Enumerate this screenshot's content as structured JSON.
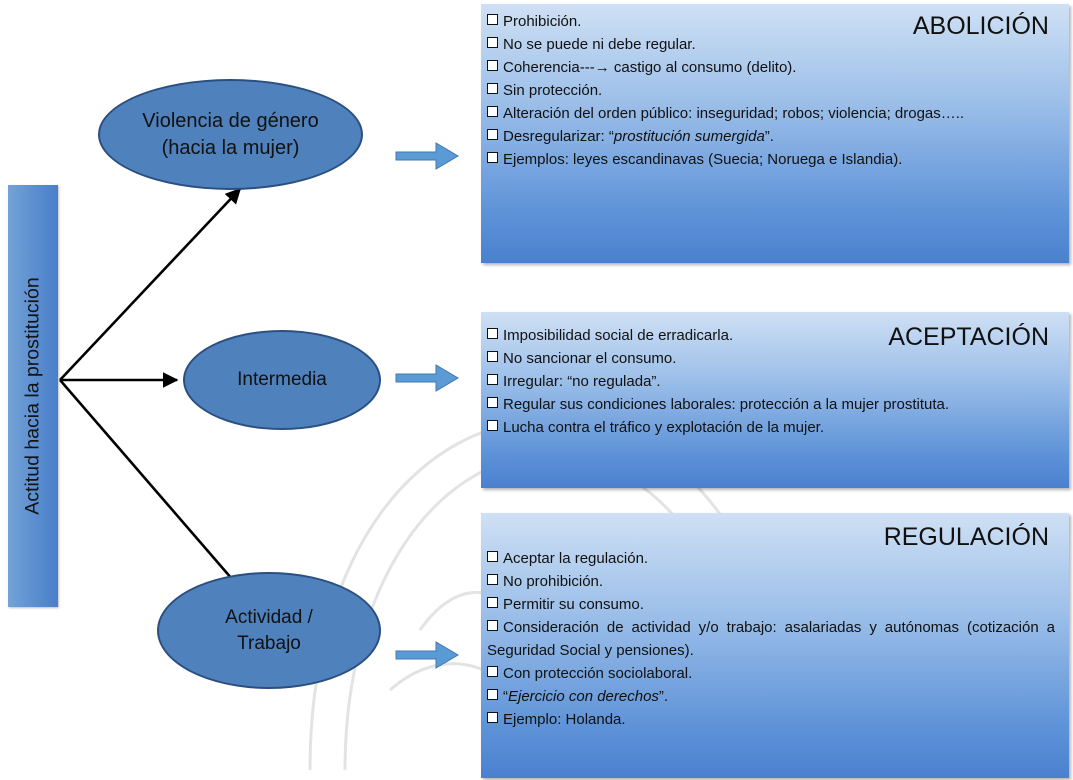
{
  "root": {
    "label": "Actitud hacia la prostitución"
  },
  "nodes": [
    {
      "label": "Violencia de género\n(hacia la mujer)"
    },
    {
      "label": "Intermedia"
    },
    {
      "label": "Actividad /\nTrabajo"
    }
  ],
  "boxes": [
    {
      "heading": "ABOLICIÓN",
      "items": [
        {
          "text": "Prohibición."
        },
        {
          "text": "No se puede ni debe regular."
        },
        {
          "pre": "Coherencia---",
          "arrow": "→",
          "post": " castigo al consumo (delito)."
        },
        {
          "text": "Sin protección."
        },
        {
          "text": "Alteración del orden público: inseguridad; robos; violencia; drogas….."
        },
        {
          "pre": "Desregularizar: “",
          "em": "prostitución sumergida",
          "post": "”."
        },
        {
          "text": "Ejemplos: leyes escandinavas (Suecia; Noruega e Islandia)."
        }
      ]
    },
    {
      "heading": "ACEPTACIÓN",
      "items": [
        {
          "text": "Imposibilidad social de erradicarla."
        },
        {
          "text": "No sancionar el consumo."
        },
        {
          "text": "Irregular: “no regulada”."
        },
        {
          "text": "Regular sus condiciones laborales: protección a la mujer prostituta."
        },
        {
          "text": "Lucha contra el tráfico y explotación de la mujer."
        }
      ]
    },
    {
      "heading": "REGULACIÓN",
      "items": [
        {
          "text": "Aceptar la regulación."
        },
        {
          "text": "No prohibición."
        },
        {
          "text": "Permitir su consumo."
        },
        {
          "text": "Consideración de actividad y/o trabajo: asalariadas y autónomas (cotización a Seguridad Social y pensiones)."
        },
        {
          "text": "Con protección sociolaboral."
        },
        {
          "pre": "“",
          "em": "Ejercicio con derechos",
          "post": "”."
        },
        {
          "text": "Ejemplo: Holanda."
        }
      ]
    }
  ],
  "colors": {
    "ellipse_fill": "#4f81bd",
    "ellipse_border": "#2b4f80",
    "connector_arrow": "#5b9bd5",
    "watermark": "#e3e3e3"
  }
}
